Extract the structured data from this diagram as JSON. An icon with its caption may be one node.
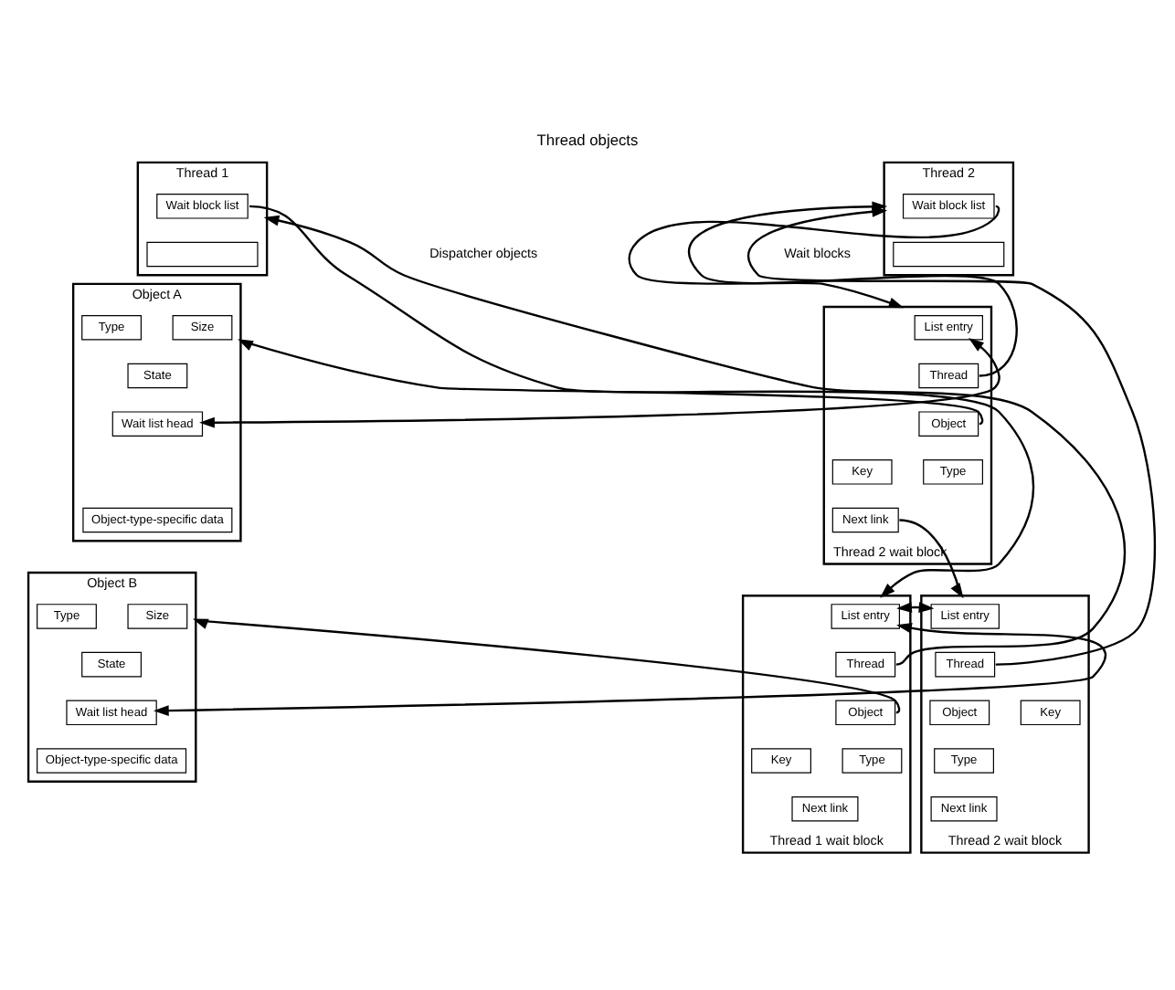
{
  "diagram": {
    "title": "Thread objects",
    "nodes": [
      {
        "text": [
          "Thread 1"
        ]
      },
      {
        "text": [
          "Wait block list"
        ],
        "in": 0
      },
      {
        "text": [],
        "shape": "box",
        "in": 0
      },
      {
        "text": [
          "Thread 2"
        ]
      },
      {
        "text": [
          "Wait block list"
        ],
        "in": 3
      },
      {
        "text": [],
        "shape": "box",
        "in": 3
      },
      {
        "text": [],
        "shape": "box",
        "beside": [
          "Object A"
        ]
      },
      {
        "text": [
          "Size"
        ],
        "in": 6
      },
      {
        "text": [
          "Type"
        ],
        "in": 6
      },
      {
        "text": [
          "State"
        ],
        "in": 6
      },
      {
        "text": [
          "Wait list head"
        ],
        "in": 6
      },
      {
        "text": [
          "Object-type-specific data"
        ],
        "in": 6
      },
      {
        "text": [],
        "shape": "box",
        "beside": [
          "Thread 2 wait block"
        ]
      },
      {
        "text": [
          "List entry"
        ],
        "in": 12
      },
      {
        "text": [
          "Thread"
        ],
        "in": 12
      },
      {
        "text": [
          "Object"
        ],
        "in": 12
      },
      {
        "text": [
          "Key"
        ],
        "in": 12
      },
      {
        "text": [
          "Type"
        ],
        "in": 12
      },
      {
        "text": [
          "Next link"
        ],
        "in": 12
      },
      {
        "text": [],
        "shape": "box",
        "beside": [
          "Object B"
        ]
      },
      {
        "text": [
          "Size"
        ],
        "in": 19
      },
      {
        "text": [
          "Type"
        ],
        "in": 19
      },
      {
        "text": [
          "State"
        ],
        "in": 19
      },
      {
        "text": [
          "Wait list head"
        ],
        "in": 19
      },
      {
        "text": [
          "Object-type-specific data"
        ],
        "in": 19
      },
      {
        "text": [],
        "shape": "box",
        "beside": [
          "Thread 1 wait block"
        ]
      },
      {
        "text": [
          "List entry"
        ],
        "in": 25
      },
      {
        "text": [
          "Thread"
        ],
        "in": 25
      },
      {
        "text": [
          "Object"
        ],
        "in": 25
      },
      {
        "text": [
          "Key"
        ],
        "in": 25
      },
      {
        "text": [
          "Type"
        ],
        "in": 25
      },
      {
        "text": [
          "Next link"
        ],
        "in": 25
      },
      {
        "text": [],
        "shape": "box",
        "beside": [
          "Thread 2 wait block"
        ]
      },
      {
        "text": [
          "List entry"
        ],
        "in": 32
      },
      {
        "text": [
          "Thread"
        ],
        "in": 32
      },
      {
        "text": [
          "Object"
        ],
        "in": 32
      },
      {
        "text": [
          "Key"
        ],
        "in": 32
      },
      {
        "text": [
          "Type"
        ],
        "in": 32
      },
      {
        "text": [
          "Next link"
        ],
        "in": 32
      }
    ],
    "edges": [
      {
        "from": 1,
        "to": 25,
        "arrow": "to"
      },
      {
        "from": 27,
        "to": 0,
        "arrow": "to"
      },
      {
        "from": 4,
        "to": 12,
        "arrow": "to"
      },
      {
        "from": 14,
        "to": 3,
        "arrow": "to"
      },
      {
        "from": 34,
        "to": 3,
        "arrow": "to"
      },
      {
        "from": 15,
        "to": 6,
        "arrow": "to"
      },
      {
        "from": 10,
        "to": 13,
        "arrow": "both"
      },
      {
        "from": 18,
        "to": 32,
        "arrow": "to"
      },
      {
        "from": 28,
        "to": 19,
        "arrow": "to"
      },
      {
        "from": 23,
        "to": 26,
        "arrow": "both"
      },
      {
        "from": 26,
        "to": 33,
        "arrow": "both"
      }
    ],
    "labels": [
      "Dispatcher objects",
      "Wait blocks"
    ]
  }
}
